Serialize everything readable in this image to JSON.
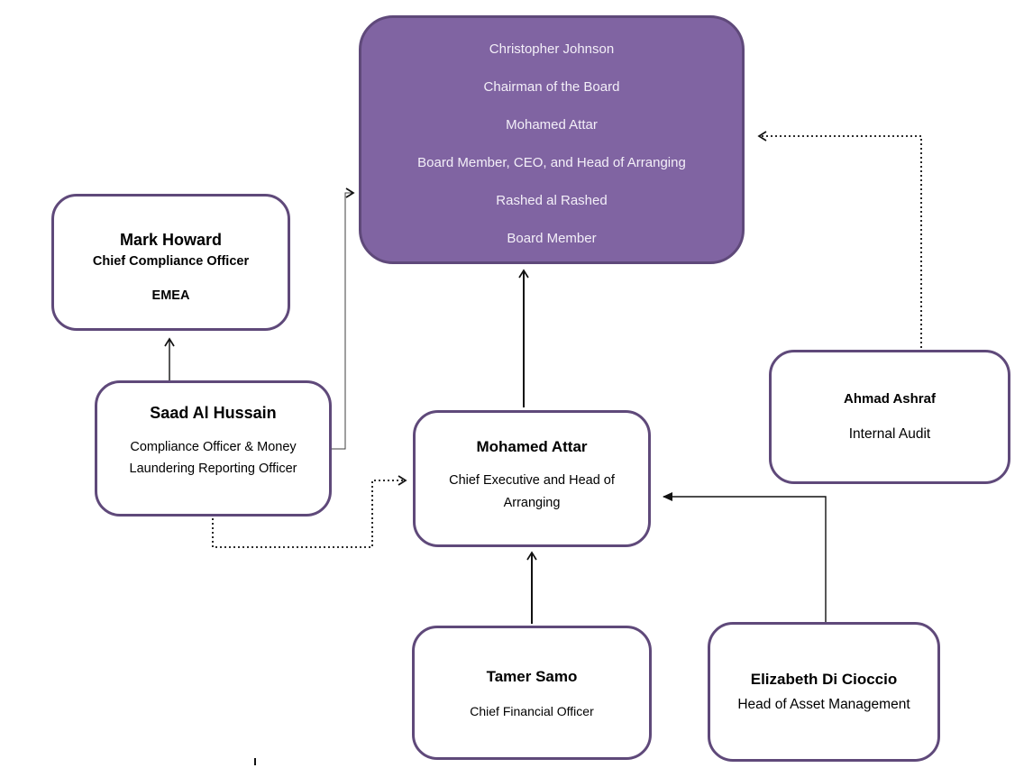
{
  "colors": {
    "board_fill": "#8064A2",
    "board_border": "#5F497A",
    "board_text": "#F3EFF8",
    "box_fill": "#FFFFFF",
    "box_border": "#5F497A",
    "text": "#000000",
    "connector": "#111111"
  },
  "board": {
    "lines": [
      "Christopher Johnson",
      "Chairman of the Board",
      "Mohamed Attar",
      "Board Member, CEO, and Head of Arranging",
      "Rashed al Rashed",
      "Board Member"
    ]
  },
  "nodes": {
    "mark": {
      "name": "Mark Howard",
      "title": "Chief Compliance Officer",
      "region": "EMEA"
    },
    "saad": {
      "name": "Saad Al Hussain",
      "title": "Compliance Officer & Money Laundering Reporting Officer"
    },
    "mohamed": {
      "name": "Mohamed Attar",
      "title": "Chief Executive and Head of Arranging"
    },
    "ahmad": {
      "name": "Ahmad Ashraf",
      "title": "Internal Audit"
    },
    "tamer": {
      "name": "Tamer Samo",
      "title": "Chief Financial Officer"
    },
    "elizabeth": {
      "name": "Elizabeth Di Cioccio",
      "title": "Head of Asset Management"
    }
  }
}
